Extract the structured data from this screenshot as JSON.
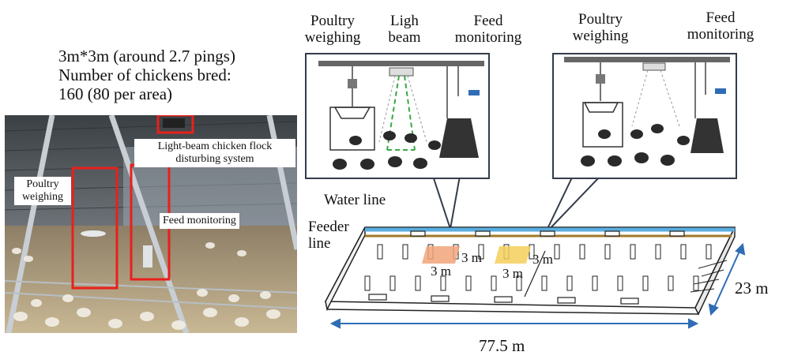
{
  "photo": {
    "caption_line1": "3m*3m (around 2.7 pings)",
    "caption_line2": "Number of chickens bred:",
    "caption_line3": "160 (80 per area)",
    "label_poultry_weighing": "Poultry weighing",
    "label_light_beam": "Light-beam chicken flock disturbing system",
    "label_feed_monitoring": "Feed monitoring",
    "colors": {
      "highlight": "#e8201c",
      "roof": "#5a5f63",
      "floor": "#b9a98a"
    }
  },
  "detail_left": {
    "header_poultry": "Poultry weighing",
    "header_light": "Ligh beam",
    "header_feed": "Feed monitoring"
  },
  "detail_right": {
    "header_poultry": "Poultry weighing",
    "header_feed": "Feed monitoring"
  },
  "barn": {
    "water_line": "Water line",
    "feeder_line": "Feeder line",
    "area1_w": "3 m",
    "area1_h": "3 m",
    "area2_w": "3 m",
    "area2_h": "3 m",
    "length": "77.5 m",
    "width": "23 m",
    "colors": {
      "water": "#5aaee0",
      "feeder": "#a07a2a",
      "area1": "#f2a37a",
      "area2": "#f4cf5a",
      "dimension": "#2f6db5"
    }
  }
}
